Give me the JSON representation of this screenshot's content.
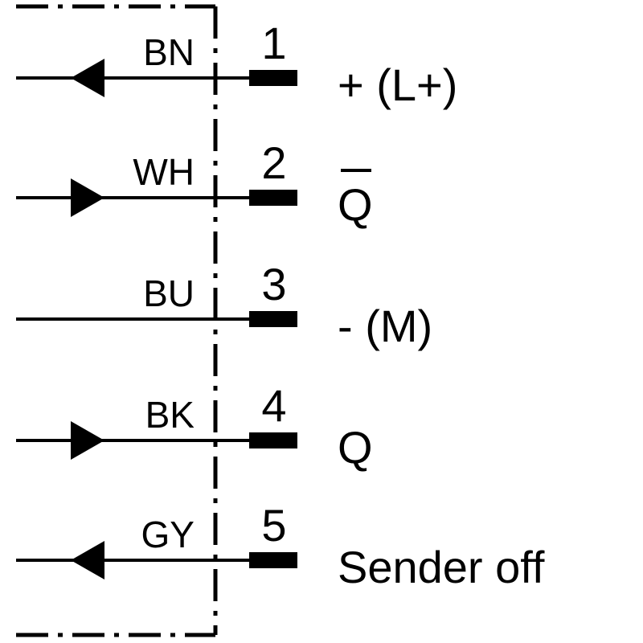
{
  "colors": {
    "ink": "#000000",
    "background": "#ffffff"
  },
  "pins": [
    {
      "number": "1",
      "wire": "BN",
      "signal": "+ (L+)",
      "arrow": "in",
      "overline": false
    },
    {
      "number": "2",
      "wire": "WH",
      "signal": "Q",
      "arrow": "out",
      "overline": true
    },
    {
      "number": "3",
      "wire": "BU",
      "signal": "- (M)",
      "arrow": "none",
      "overline": false
    },
    {
      "number": "4",
      "wire": "BK",
      "signal": "Q",
      "arrow": "out",
      "overline": false
    },
    {
      "number": "5",
      "wire": "GY",
      "signal": "Sender off",
      "arrow": "in",
      "overline": false
    }
  ]
}
